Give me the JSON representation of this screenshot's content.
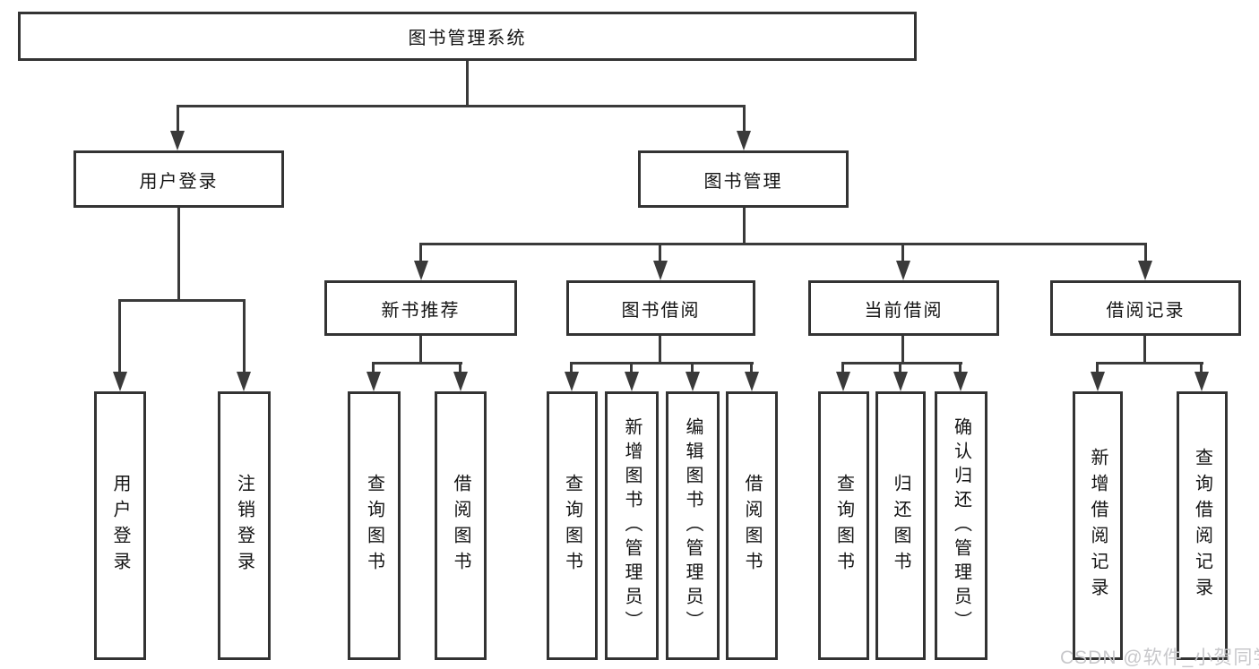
{
  "nodes": {
    "root": {
      "label": "图书管理系统"
    },
    "level2": [
      {
        "label": "用户登录"
      },
      {
        "label": "图书管理"
      }
    ],
    "level3": [
      {
        "label": "新书推荐"
      },
      {
        "label": "图书借阅"
      },
      {
        "label": "当前借阅"
      },
      {
        "label": "借阅记录"
      }
    ],
    "leaves": [
      {
        "label": "用户登录"
      },
      {
        "label": "注销登录"
      },
      {
        "label": "查询图书"
      },
      {
        "label": "借阅图书"
      },
      {
        "label": "查询图书"
      },
      {
        "label": "新增图书（管理员）"
      },
      {
        "label": "编辑图书（管理员）"
      },
      {
        "label": "借阅图书"
      },
      {
        "label": "查询图书"
      },
      {
        "label": "归还图书"
      },
      {
        "label": "确认归还（管理员）"
      },
      {
        "label": "新增借阅记录"
      },
      {
        "label": "查询借阅记录"
      }
    ]
  },
  "watermark": {
    "text": "CSDN @软件_小贺同学"
  },
  "colors": {
    "line": "#3a3a3a",
    "border": "#333333",
    "text": "#141414",
    "watermark": "#c8c8cb",
    "background": "#ffffff"
  }
}
